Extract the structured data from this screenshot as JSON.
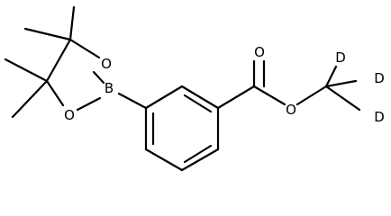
{
  "atoms": {
    "boron": "B",
    "ring_oxygen_top": "O",
    "ring_oxygen_bottom": "O",
    "carbonyl_oxygen": "O",
    "ester_oxygen": "O",
    "deuterium_1": "D",
    "deuterium_2": "D",
    "deuterium_3": "D"
  }
}
